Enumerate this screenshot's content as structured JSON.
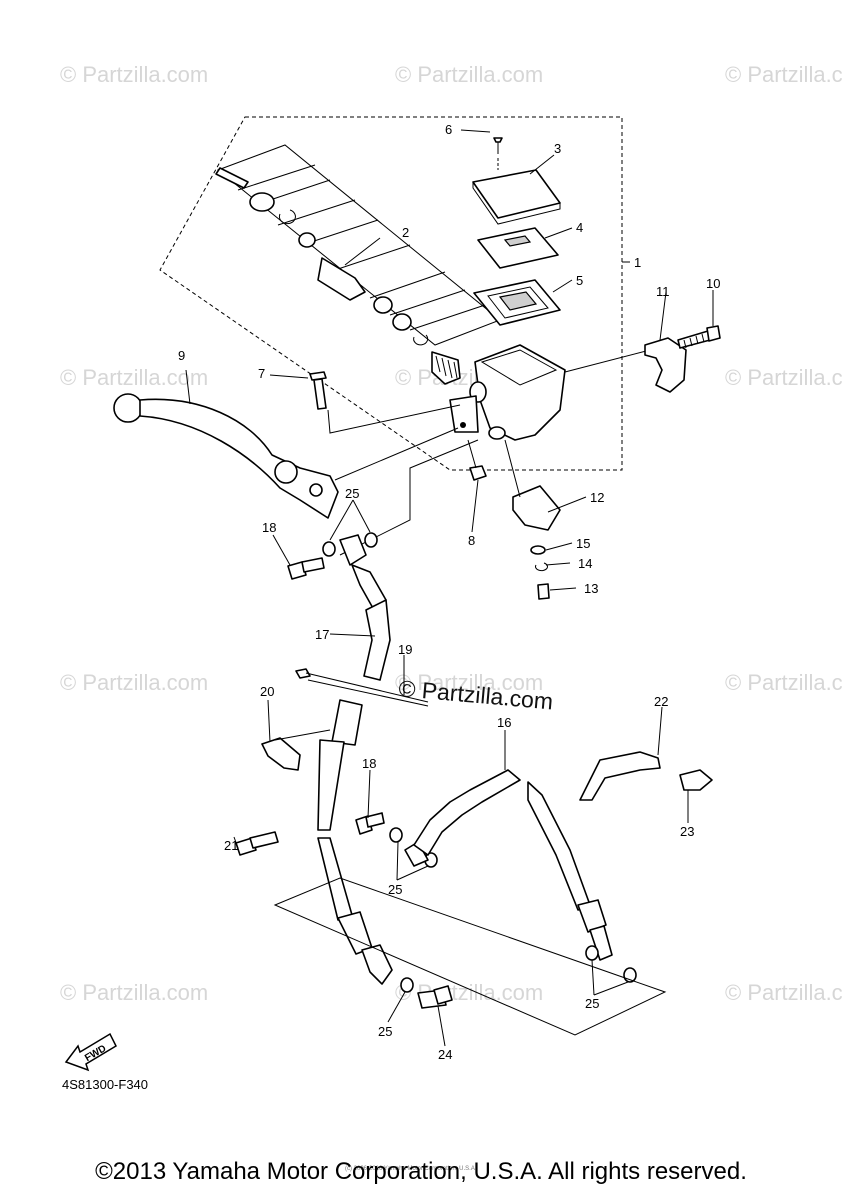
{
  "watermarks": [
    "© Partzilla.com",
    "© Partzilla.com",
    "© Partzilla.com",
    "© Partzilla.com",
    "© Partzilla.com",
    "© Partzilla.com",
    "© Partzilla.com",
    "© Partzilla.com",
    "© Partzilla.com",
    "© Partzilla.com",
    "© Partzilla.com",
    "© Partzilla.com"
  ],
  "center_watermark": "© Partzilla.com",
  "callouts": {
    "c1": "1",
    "c2": "2",
    "c3": "3",
    "c4": "4",
    "c5": "5",
    "c6": "6",
    "c7": "7",
    "c8": "8",
    "c9": "9",
    "c10": "10",
    "c11": "11",
    "c12": "12",
    "c13": "13",
    "c14": "14",
    "c15": "15",
    "c16": "16",
    "c17": "17",
    "c18a": "18",
    "c18b": "18",
    "c19": "19",
    "c20": "20",
    "c21": "21",
    "c22": "22",
    "c23": "23",
    "c24": "24",
    "c25a": "25",
    "c25b": "25",
    "c25c": "25",
    "c25d": "25"
  },
  "fwd_label": "FWD",
  "diagram_code": "4S81300-F340",
  "tiny_copyright": "(c) 2006-2016 Yamaha Motor Corporation, U.S.A.",
  "footer": "©2013 Yamaha Motor Corporation, U.S.A. All rights reserved."
}
